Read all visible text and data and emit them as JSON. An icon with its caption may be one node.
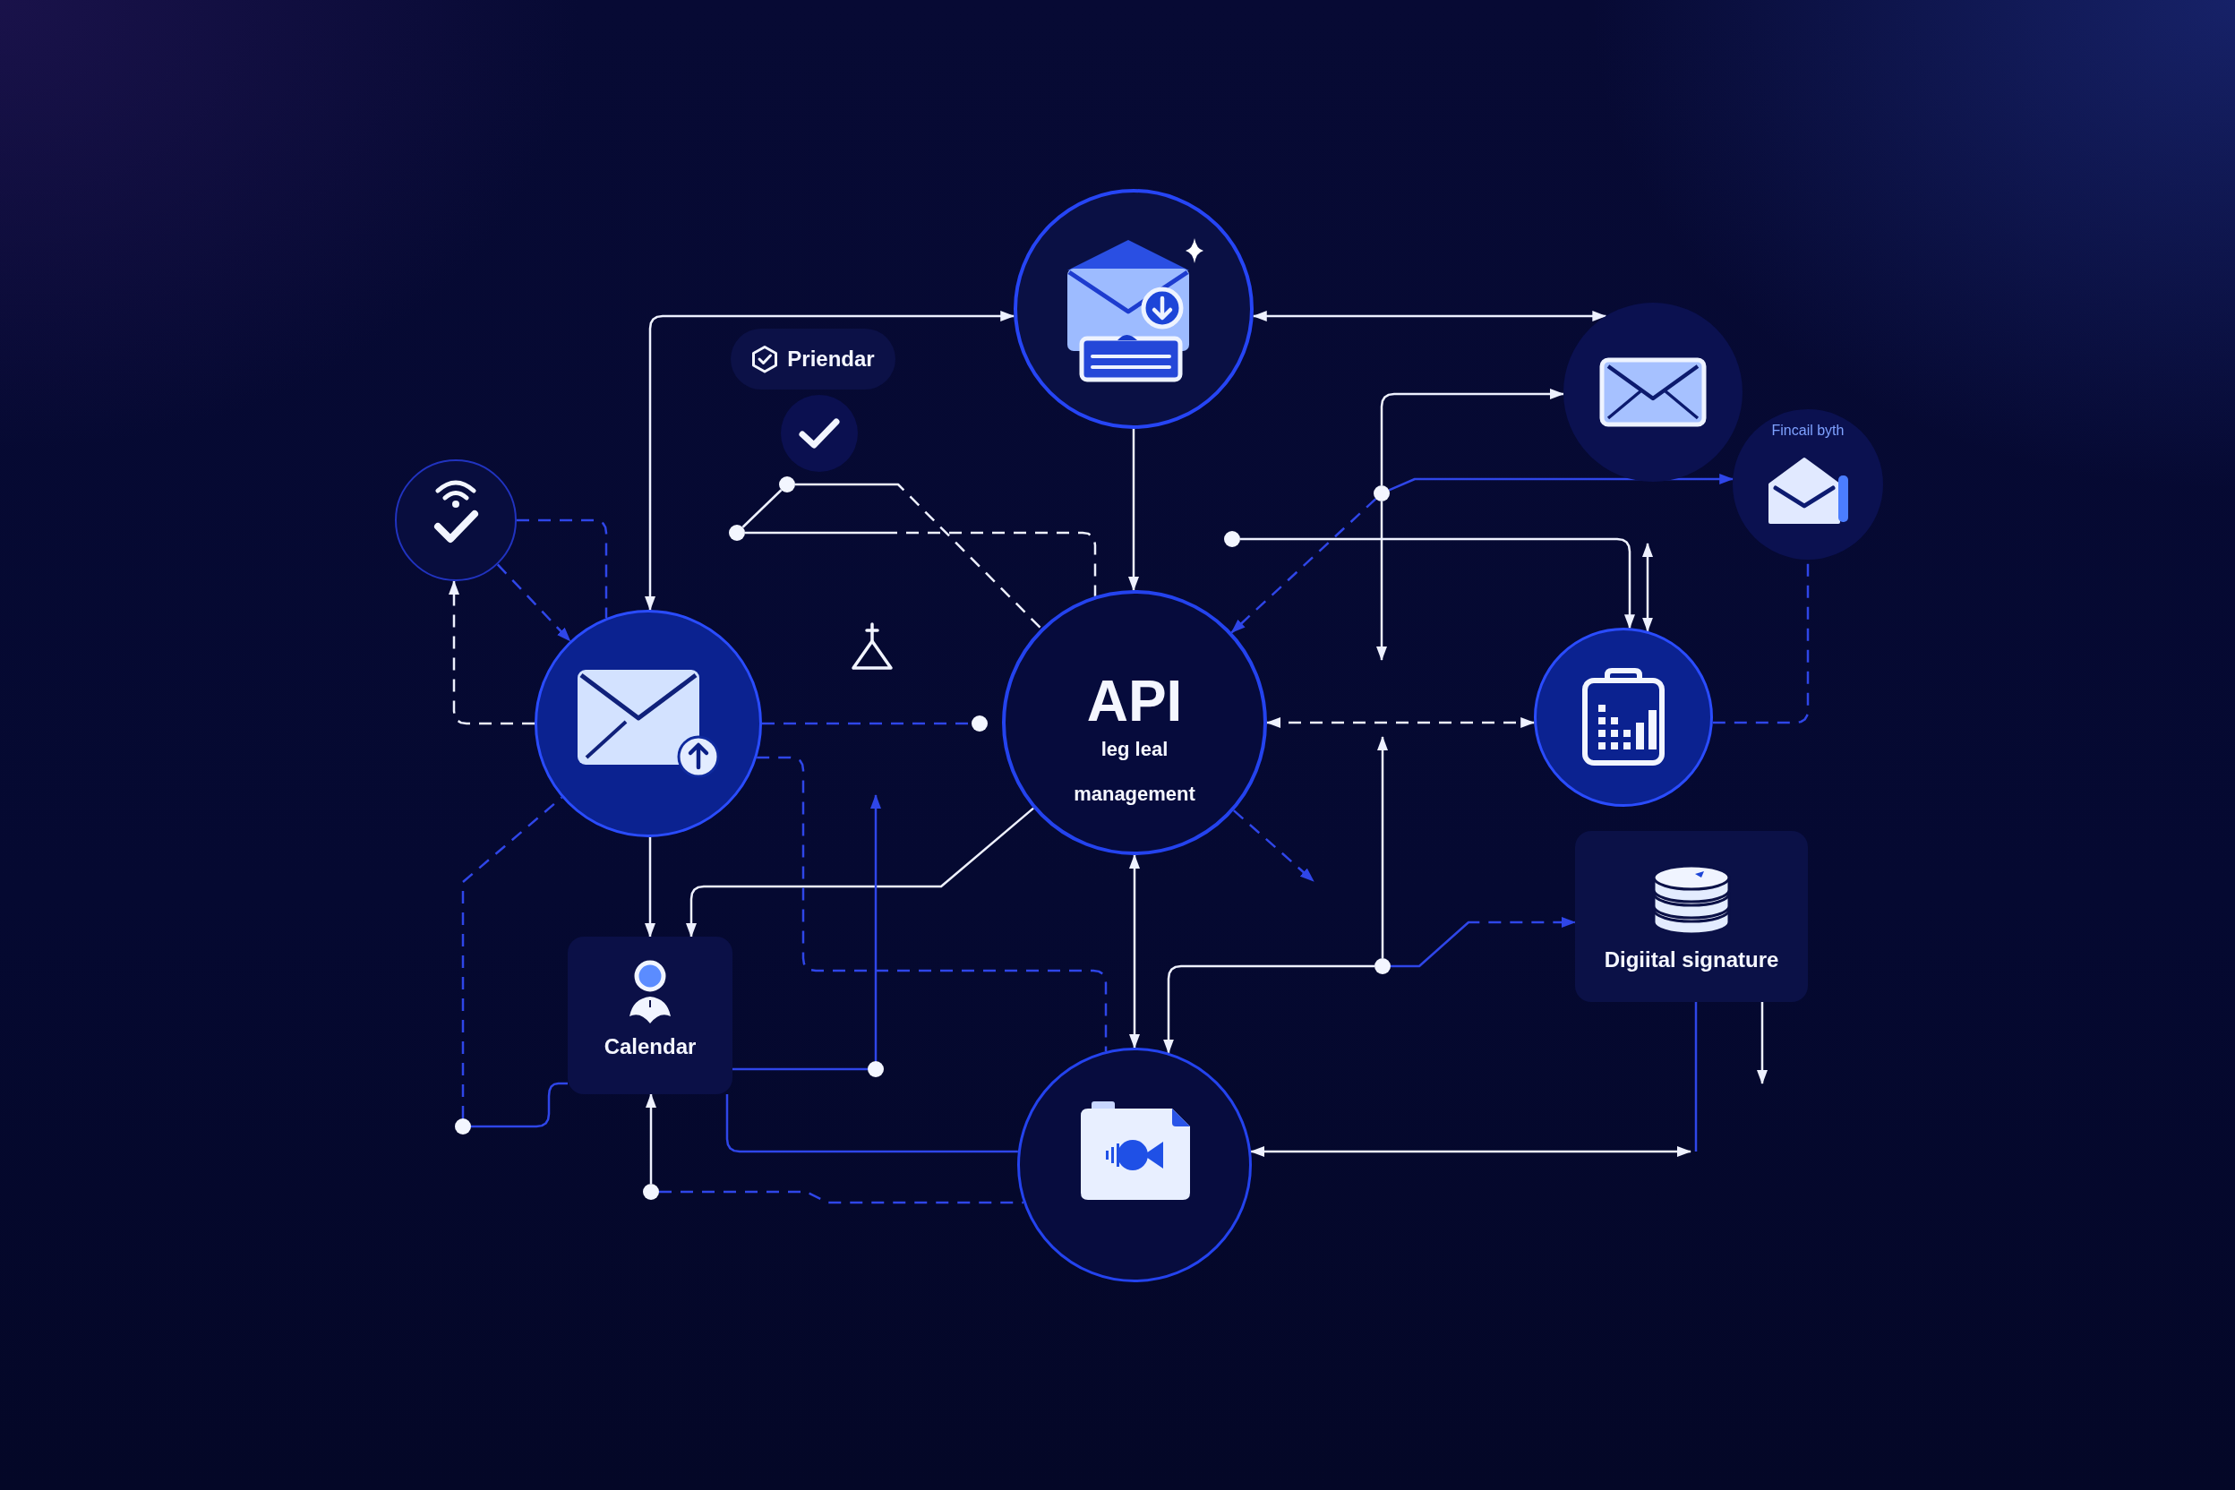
{
  "diagram": {
    "nodes": [
      {
        "text": [],
        "shape": "circle"
      },
      {
        "text": [
          "Priendar"
        ]
      },
      {
        "text": [],
        "shape": "circle"
      },
      {
        "text": [],
        "shape": "circle"
      },
      {
        "text": [
          "Fincail byth"
        ]
      },
      {
        "text": [],
        "shape": "circle"
      },
      {
        "text": [],
        "shape": "dot"
      },
      {
        "text": [],
        "shape": "dot"
      },
      {
        "text": [],
        "shape": "dot"
      },
      {
        "text": [],
        "shape": "dot"
      },
      {
        "text": [],
        "shape": "circle"
      },
      {
        "text": [],
        "shape": "dot"
      },
      {
        "text": [
          "API",
          "leg leal management"
        ]
      },
      {
        "text": [],
        "shape": "circle"
      },
      {
        "text": [
          "Digiital signature"
        ]
      },
      {
        "text": [],
        "shape": "dot"
      },
      {
        "text": [
          "Calendar"
        ]
      },
      {
        "text": [],
        "shape": "dot"
      },
      {
        "text": [],
        "shape": "dot"
      },
      {
        "text": [],
        "shape": "circle"
      },
      {
        "text": [],
        "shape": "dot"
      }
    ],
    "edges": [
      {
        "from": 10,
        "to": 0,
        "arrow": "both"
      },
      {
        "from": 0,
        "to": 2,
        "arrow": "both"
      },
      {
        "from": 0,
        "to": 12,
        "arrow": "to"
      },
      {
        "from": 5,
        "to": 10,
        "arrow": "none",
        "style": "dashed",
        "color": "#2f46e8"
      },
      {
        "from": 10,
        "to": 5,
        "arrow": "to",
        "style": "dashed"
      },
      {
        "from": 5,
        "to": 10,
        "arrow": "to",
        "style": "dashed",
        "color": "#2f46e8"
      },
      {
        "from": 10,
        "to": 11,
        "arrow": "none",
        "style": "dashed",
        "color": "#2f46e8"
      },
      {
        "from": 6,
        "to": 12,
        "arrow": "none",
        "style": "dashed"
      },
      {
        "from": 8,
        "to": 12,
        "arrow": "none",
        "style": "dashed"
      },
      {
        "from": 8,
        "to": 6,
        "arrow": "none"
      },
      {
        "from": 9,
        "to": 13,
        "arrow": "to"
      },
      {
        "from": null,
        "to": 13,
        "arrow": "both"
      },
      {
        "from": 7,
        "to": 12,
        "arrow": "to",
        "style": "dashed",
        "color": "#2f46e8"
      },
      {
        "from": 7,
        "to": 2,
        "arrow": "to"
      },
      {
        "from": 7,
        "to": null,
        "arrow": "to"
      },
      {
        "from": 7,
        "to": 4,
        "arrow": "to",
        "color": "#2f46e8"
      },
      {
        "from": 12,
        "to": 13,
        "arrow": "both",
        "style": "dashed"
      },
      {
        "from": 15,
        "to": null,
        "arrow": "to"
      },
      {
        "from": 12,
        "to": null,
        "arrow": "to",
        "style": "dashed",
        "color": "#2f46e8"
      },
      {
        "from": 15,
        "to": 19,
        "arrow": "to"
      },
      {
        "from": 15,
        "to": 14,
        "arrow": "to",
        "style": "dashed",
        "color": "#2f46e8"
      },
      {
        "from": 12,
        "to": 19,
        "arrow": "both"
      },
      {
        "from": 19,
        "to": null,
        "arrow": "both"
      },
      {
        "from": 14,
        "to": null,
        "arrow": "none",
        "color": "#2f46e8"
      },
      {
        "from": 14,
        "to": null,
        "arrow": "to"
      },
      {
        "from": 10,
        "to": 16,
        "arrow": "to"
      },
      {
        "from": 12,
        "to": 16,
        "arrow": "to"
      },
      {
        "from": 17,
        "to": null,
        "arrow": "to",
        "color": "#2f46e8"
      },
      {
        "from": 17,
        "to": 16,
        "arrow": "none",
        "color": "#2f46e8"
      },
      {
        "from": 18,
        "to": 16,
        "arrow": "none",
        "color": "#2f46e8"
      },
      {
        "from": 18,
        "to": 10,
        "arrow": "none",
        "style": "dashed",
        "color": "#2f46e8"
      },
      {
        "from": 20,
        "to": 16,
        "arrow": "to"
      },
      {
        "from": 20,
        "to": 19,
        "arrow": "none",
        "style": "dashed",
        "color": "#2f46e8"
      },
      {
        "from": 16,
        "to": 19,
        "arrow": "none",
        "color": "#2f46e8"
      },
      {
        "from": 10,
        "to": 19,
        "arrow": "none",
        "style": "dashed",
        "color": "#2f46e8"
      },
      {
        "from": 13,
        "to": 4,
        "arrow": "none",
        "style": "dashed",
        "color": "#2f46e8"
      }
    ]
  }
}
